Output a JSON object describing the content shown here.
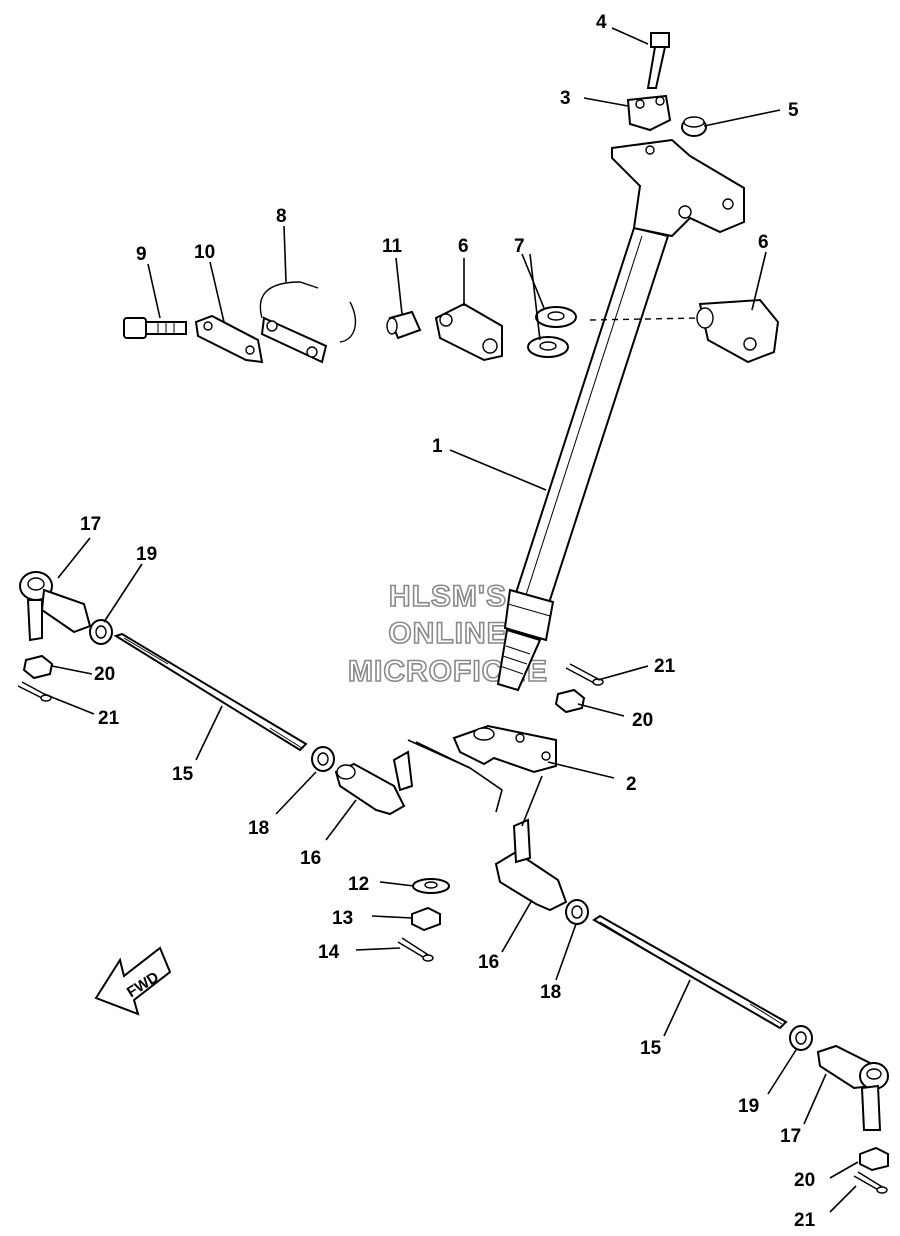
{
  "diagram": {
    "watermark_lines": [
      "HLSM'S",
      "ONLINE",
      "MICROFICHE"
    ],
    "fwd_label": "FWD",
    "callouts": {
      "c1": "1",
      "c2": "2",
      "c3": "3",
      "c4": "4",
      "c5": "5",
      "c6a": "6",
      "c6b": "6",
      "c7": "7",
      "c8": "8",
      "c9": "9",
      "c10": "10",
      "c11": "11",
      "c12": "12",
      "c13": "13",
      "c14": "14",
      "c15a": "15",
      "c15b": "15",
      "c16a": "16",
      "c16b": "16",
      "c17a": "17",
      "c17b": "17",
      "c18a": "18",
      "c18b": "18",
      "c19a": "19",
      "c19b": "19",
      "c20a": "20",
      "c20b": "20",
      "c20c": "20",
      "c21a": "21",
      "c21b": "21",
      "c21c": "21"
    }
  }
}
